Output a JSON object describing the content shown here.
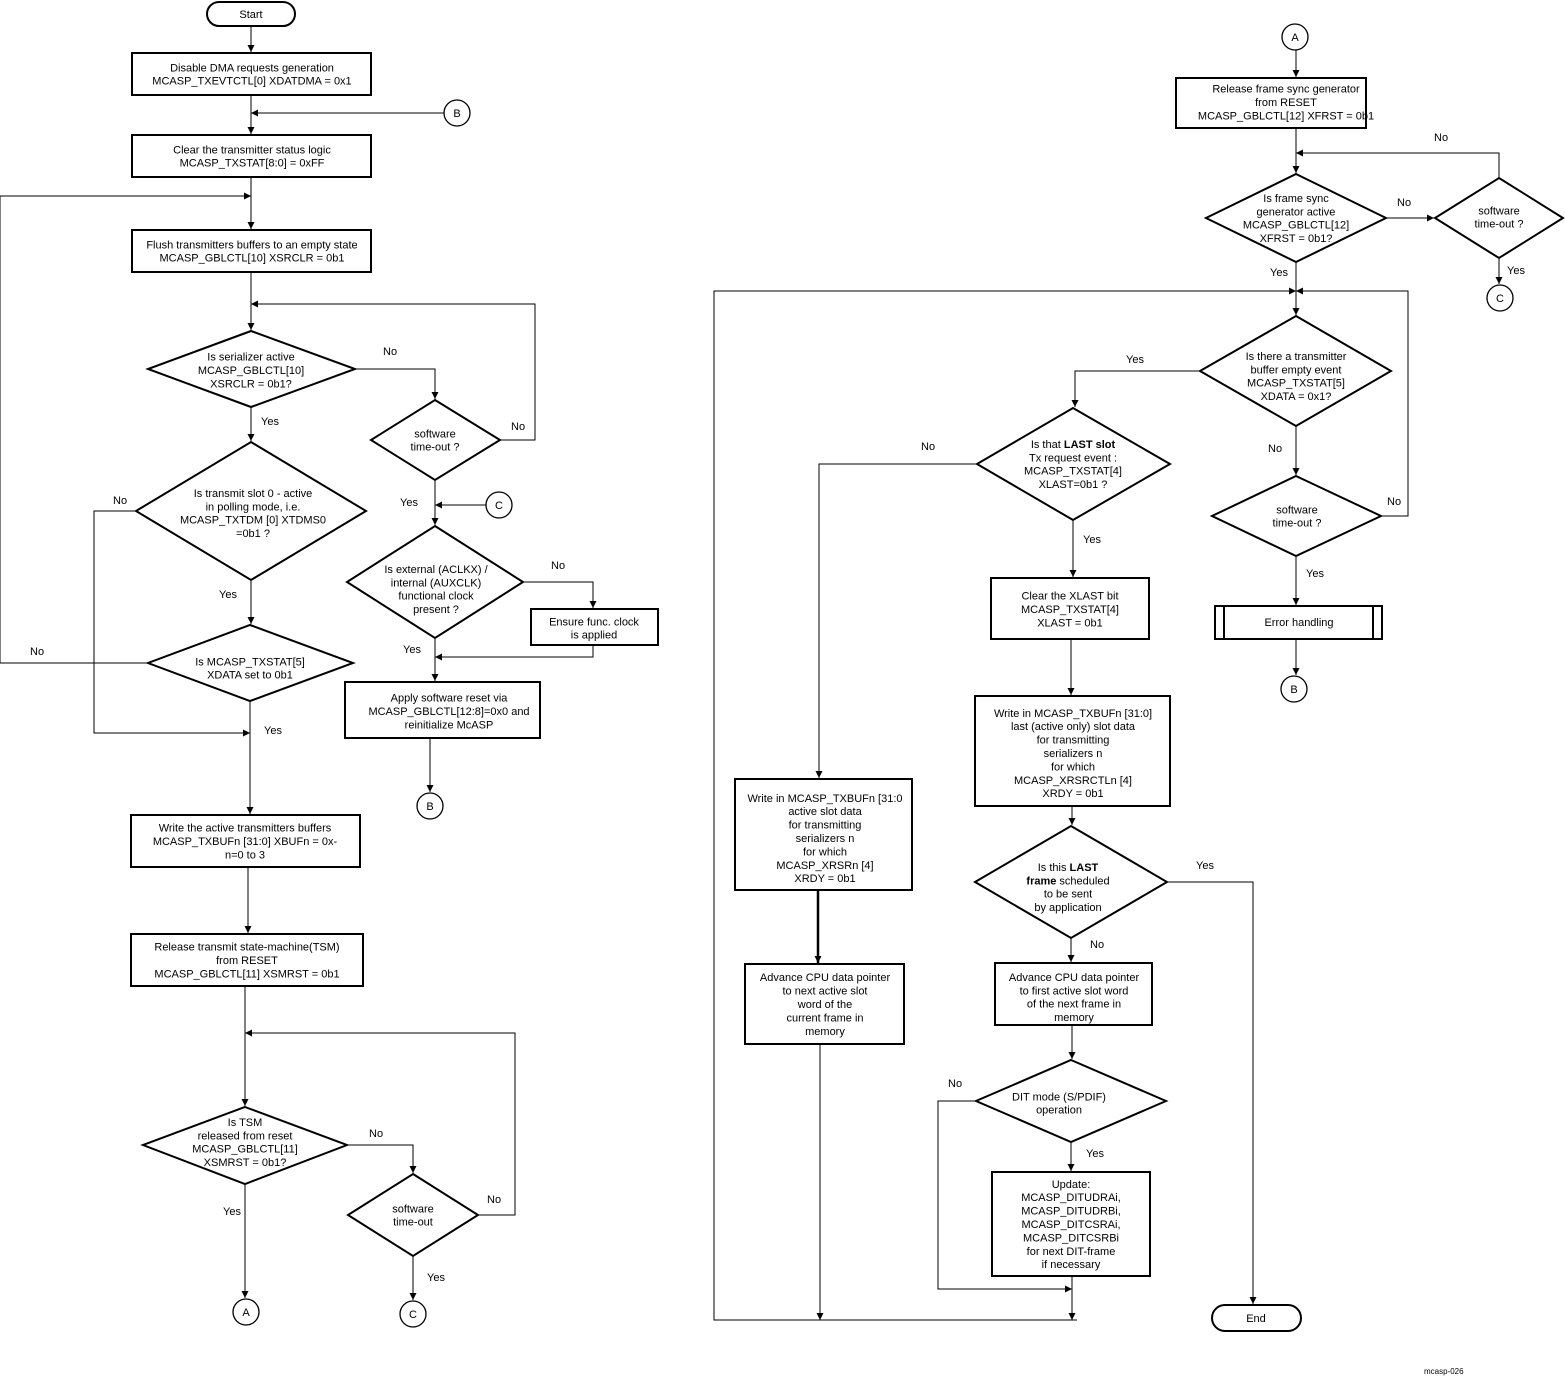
{
  "nodes": {
    "start": {
      "lines": [
        "Start"
      ]
    },
    "disable_dma": {
      "lines": [
        "Disable DMA requests generation",
        "MCASP_TXEVTCTL[0] XDATDMA = 0x1"
      ]
    },
    "clear_status": {
      "lines": [
        "Clear the transmitter status logic",
        "MCASP_TXSTAT[8:0]  = 0xFF"
      ]
    },
    "flush_buffers": {
      "lines": [
        "Flush transmitters buffers to an empty state",
        "MCASP_GBLCTL[10] XSRCLR = 0b1"
      ]
    },
    "serializer_active": {
      "lines": [
        "Is serializer active",
        "MCASP_GBLCTL[10]",
        "XSRCLR = 0b1?"
      ]
    },
    "sw_timeout_1": {
      "lines": [
        "software",
        "time-out ?"
      ]
    },
    "slot0_active": {
      "lines": [
        "Is transmit slot 0 - active",
        "in polling mode, i.e.",
        "MCASP_TXTDM [0] XTDMS0",
        "=0b1 ?"
      ]
    },
    "clock_present": {
      "lines": [
        "Is  external (ACLKX) /",
        "internal (AUXCLK)",
        "functional clock",
        "present ?"
      ]
    },
    "ensure_clock": {
      "lines": [
        "Ensure func. clock",
        "is applied"
      ]
    },
    "txstat5": {
      "lines": [
        "Is MCASP_TXSTAT[5]",
        "XDATA set to 0b1"
      ]
    },
    "sw_reset": {
      "lines": [
        "Apply software reset via",
        "MCASP_GBLCTL[12:8]=0x0 and",
        "reinitialize McASP"
      ]
    },
    "write_active": {
      "lines": [
        "Write the active  transmitters buffers",
        "MCASP_TXBUFn [31:0] XBUFn = 0x-",
        "n=0 to 3"
      ]
    },
    "release_tsm": {
      "lines": [
        "Release transmit state-machine(TSM)",
        "from RESET",
        "MCASP_GBLCTL[11] XSMRST = 0b1"
      ]
    },
    "tsm_released": {
      "lines": [
        "Is TSM",
        "released from reset",
        "MCASP_GBLCTL[11]",
        "XSMRST = 0b1?"
      ]
    },
    "sw_timeout_2": {
      "lines": [
        "software",
        "time-out"
      ]
    },
    "release_fsg": {
      "lines": [
        "Release frame sync generator",
        "from RESET",
        "MCASP_GBLCTL[12] XFRST = 0b1"
      ]
    },
    "fsg_active": {
      "lines": [
        "Is frame sync",
        "generator active",
        "MCASP_GBLCTL[12]",
        "XFRST = 0b1?"
      ]
    },
    "sw_timeout_3": {
      "lines": [
        "software",
        "time-out ?"
      ]
    },
    "buffer_empty": {
      "lines": [
        "Is there a transmitter",
        "buffer empty event",
        "MCASP_TXSTAT[5]",
        "XDATA = 0x1?"
      ]
    },
    "sw_timeout_4": {
      "lines": [
        "software",
        "time-out ?"
      ]
    },
    "error_handling": {
      "lines": [
        "Error handling"
      ]
    },
    "last_slot": {
      "lines": [
        "Is that |LAST slot|",
        "Tx request event :",
        "MCASP_TXSTAT[4]",
        "XLAST=0b1 ?"
      ]
    },
    "clear_xlast": {
      "lines": [
        "Clear the XLAST bit",
        "MCASP_TXSTAT[4]",
        "XLAST = 0b1"
      ]
    },
    "write_last": {
      "lines": [
        "Write in  MCASP_TXBUFn [31:0]",
        "last  (active only)  slot  data",
        "for transmitting",
        "serializers n",
        "for which",
        "MCASP_XRSRCTLn [4]",
        "XRDY = 0b1"
      ]
    },
    "write_slot": {
      "lines": [
        "Write in MCASP_TXBUFn [31:0",
        "active slot  data",
        "for transmitting",
        "serializers n",
        "for which",
        "MCASP_XRSRn [4]",
        "XRDY = 0b1"
      ]
    },
    "last_frame": {
      "lines": [
        "Is this |LAST|",
        "|frame| scheduled",
        "to be sent",
        "by application"
      ]
    },
    "advance_next": {
      "lines": [
        "Advance CPU data pointer",
        "to next  active slot",
        "word of the",
        "current frame in",
        "memory"
      ]
    },
    "advance_first": {
      "lines": [
        "Advance CPU data pointer",
        "to first active slot word",
        "of the next frame in",
        "memory"
      ]
    },
    "dit_mode": {
      "lines": [
        "DIT mode (S/PDIF)",
        "operation"
      ]
    },
    "update_dit": {
      "lines": [
        "Update:",
        "MCASP_DITUDRAi,",
        "MCASP_DITUDRBi,",
        "MCASP_DITCSRAi,",
        "MCASP_DITCSRBi",
        "for next DIT-frame",
        "if necessary"
      ]
    },
    "end": {
      "lines": [
        "End"
      ]
    }
  },
  "connectors": {
    "a_top": "A",
    "b_top": "B",
    "c_mid": "C",
    "b_reset": "B",
    "a_out": "A",
    "c_out": "C",
    "a_right": "A",
    "c_right": "C",
    "b_right": "B"
  },
  "labels": {
    "no_serializer": "No",
    "yes_serializer": "Yes",
    "no_timeout1": "No",
    "yes_timeout1": "Yes",
    "no_slot0": "No",
    "yes_slot0": "Yes",
    "no_clock": "No",
    "yes_clock": "Yes",
    "no_txstat5": "No",
    "yes_txstat5": "Yes",
    "no_tsm": "No",
    "yes_tsm": "Yes",
    "no_timeout2": "No",
    "yes_timeout2": "Yes",
    "no_fsg": "No",
    "yes_fsg": "Yes",
    "no_timeout3": "No",
    "yes_timeout3": "Yes",
    "yes_empty": "Yes",
    "no_empty": "No",
    "no_timeout4": "No",
    "yes_timeout4": "Yes",
    "no_lastslot": "No",
    "yes_lastslot": "Yes",
    "yes_lastframe": "Yes",
    "no_lastframe": "No",
    "no_dit": "No",
    "yes_dit": "Yes"
  },
  "footer": "mcasp-026"
}
